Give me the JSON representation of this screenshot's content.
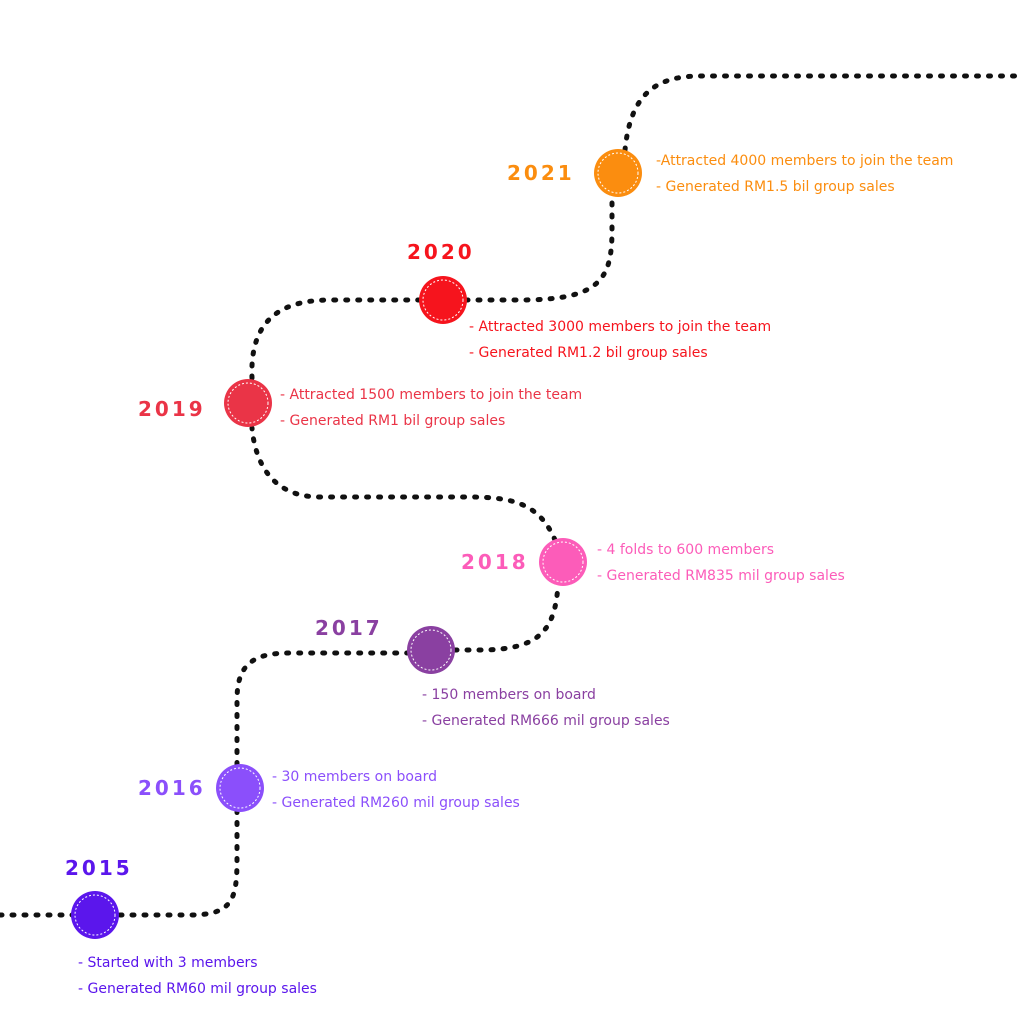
{
  "milestones": [
    {
      "year": "2015",
      "color": "#5b16ec",
      "lines": [
        "- Started with 3 members",
        "- Generated RM60 mil group sales"
      ]
    },
    {
      "year": "2016",
      "color": "#8b4ffb",
      "lines": [
        "- 30 members on board",
        "- Generated RM260 mil group sales"
      ]
    },
    {
      "year": "2017",
      "color": "#8a40a1",
      "lines": [
        "- 150 members on board",
        "- Generated RM666 mil group sales"
      ]
    },
    {
      "year": "2018",
      "color": "#fc5cb9",
      "lines": [
        "- 4 folds to 600 members",
        "- Generated RM835 mil group sales"
      ]
    },
    {
      "year": "2019",
      "color": "#ea3447",
      "lines": [
        "- Attracted 1500 members to join the team",
        "- Generated RM1 bil group sales"
      ]
    },
    {
      "year": "2020",
      "color": "#f6141d",
      "lines": [
        "- Attracted 3000 members to join the team",
        "- Generated RM1.2 bil group sales"
      ]
    },
    {
      "year": "2021",
      "color": "#fb8d0f",
      "lines": [
        "-Attracted 4000 members to join the team",
        "- Generated RM1.5 bil group sales"
      ]
    }
  ],
  "path_color": "#111111"
}
